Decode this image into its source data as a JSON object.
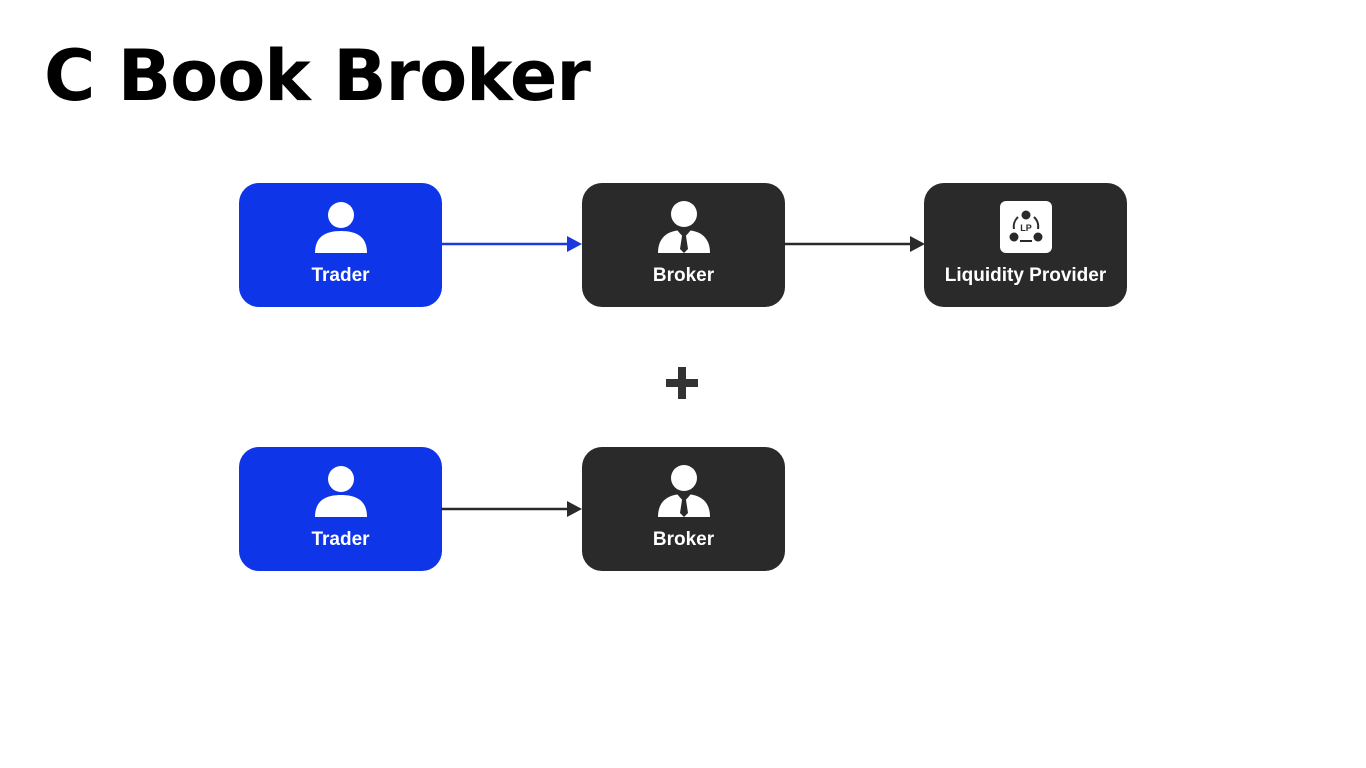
{
  "title": "C Book Broker",
  "colors": {
    "trader": "#0f35e8",
    "broker": "#2a2a2a",
    "lp": "#2a2a2a",
    "arrow_blue": "#1a3ae0",
    "arrow_dark": "#2a2a2a"
  },
  "diagram": {
    "row1": {
      "trader": {
        "label": "Trader",
        "icon": "person-icon"
      },
      "broker": {
        "label": "Broker",
        "icon": "businessman-icon"
      },
      "lp": {
        "label": "Liquidity Provider",
        "icon": "lp-network-icon",
        "icon_text": "LP"
      }
    },
    "separator_icon": "plus-icon",
    "row2": {
      "trader": {
        "label": "Trader",
        "icon": "person-icon"
      },
      "broker": {
        "label": "Broker",
        "icon": "businessman-icon"
      }
    }
  }
}
